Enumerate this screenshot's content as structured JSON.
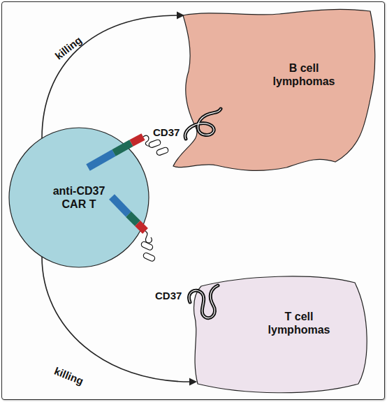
{
  "diagram": {
    "nodes": [
      {
        "text": [
          "anti-CD37 CAR T"
        ]
      },
      {
        "text": [
          "B cell lymphomas"
        ]
      },
      {
        "text": [
          "T cell lymphomas"
        ]
      }
    ],
    "edges": [
      {
        "from": 0,
        "to": 1,
        "arrow": "to",
        "label": "killing"
      },
      {
        "from": 0,
        "to": 2,
        "arrow": "to",
        "label": "killing"
      }
    ],
    "labels": [
      "CD37",
      "CD37"
    ]
  }
}
